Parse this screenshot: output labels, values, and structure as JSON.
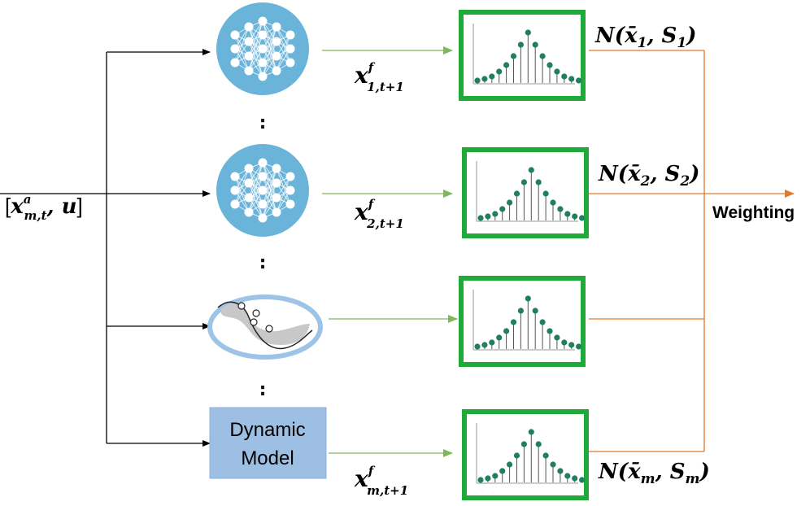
{
  "input_label": {
    "open": "[",
    "x": "x",
    "sup": "a",
    "sub": "m,t",
    "sep": ", ",
    "u": "u",
    "close": "]"
  },
  "forecasts": [
    {
      "x": "x",
      "sup": "f",
      "sub": "1,t+1"
    },
    {
      "x": "x",
      "sup": "f",
      "sub": "2,t+1"
    },
    {
      "x": "x",
      "sup": "f",
      "sub": "m,t+1"
    }
  ],
  "distributions": [
    {
      "pre": "N(",
      "xbar": "x̄",
      "xsub": "1",
      "sep": ", ",
      "s": "S",
      "ssub": "1",
      "close": ")"
    },
    {
      "pre": "N(",
      "xbar": "x̄",
      "xsub": "2",
      "sep": ", ",
      "s": "S",
      "ssub": "2",
      "close": ")"
    },
    {
      "pre": "N(",
      "xbar": "x̄",
      "xsub": "m",
      "sep": ", ",
      "s": "S",
      "ssub": "m",
      "close": ")"
    }
  ],
  "ellipsis": ":",
  "dynamic_model": {
    "line1": "Dynamic",
    "line2": "Model"
  },
  "weighting_label": "Weighting",
  "colors": {
    "nn_circle": "#6ab3d9",
    "green_frame": "#1faa3a",
    "green_arrow": "#7fb85a",
    "orange": "#e07a2e",
    "teal_dots": "#1f7f5e",
    "dynamic_box": "#9dbfe3",
    "gp_ring": "#9dc3e6"
  },
  "icons": [
    "neural-network-icon",
    "gaussian-process-icon",
    "stem-distribution-icon"
  ]
}
